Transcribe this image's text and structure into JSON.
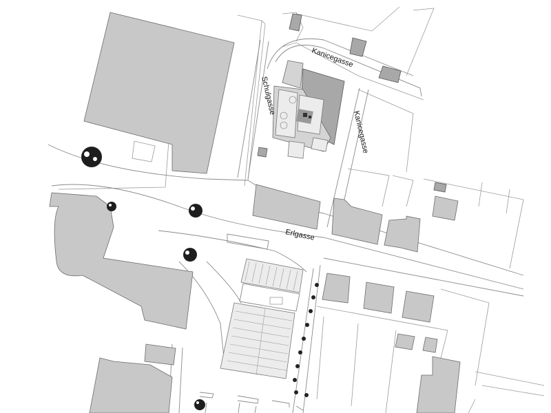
{
  "map": {
    "streets": {
      "kanicegasse_top": "Kanicegasse",
      "kanicegasse_side": "Kanicegasse",
      "schulgasse": "Schulgasse",
      "erlgasse": "Erlgasse"
    },
    "colors": {
      "background": "#ffffff",
      "building": "#c8c8c8",
      "building_dark": "#a8a8a8",
      "line": "#8a8a8a",
      "tree": "#1e1e1e"
    }
  }
}
